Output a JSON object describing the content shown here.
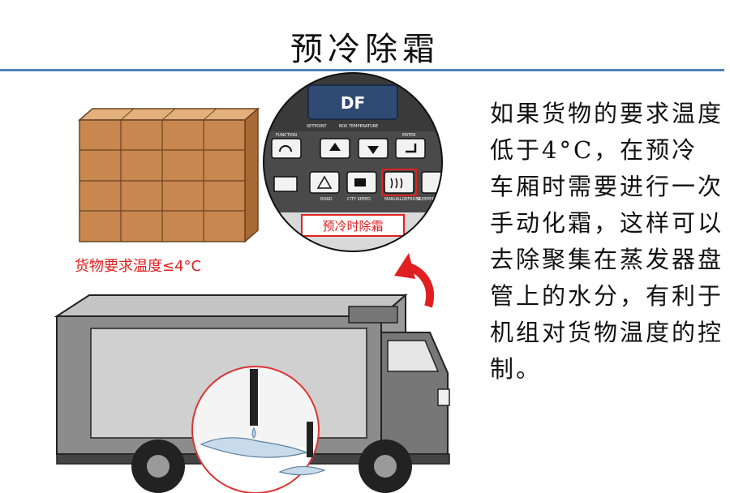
{
  "page": {
    "title": "预冷除霜",
    "requirement_label": "货物要求温度≤4°C",
    "description": "如果货物的要求温度低于4°C，在预冷车厢时需要进行一次手动化霜，这样可以去除聚集在蒸发器盘管上的水分，有利于机组对货物温度的控制。"
  },
  "panel": {
    "display": "DF",
    "labels": {
      "setpoint": "SETPOINT",
      "box_temperature": "BOX TEMPERATURE",
      "function": "FUNCTION",
      "enter": "ENTER",
      "road": "ROAD",
      "city_speed": "CITY SPEED",
      "manual_defrost": "MANUALDEFROST",
      "sleeper": "SLEEPER"
    },
    "callout": "预冷时除霜"
  },
  "colors": {
    "accent": "#4f81bd",
    "highlight": "#e02020",
    "box": "#c8874f",
    "truck": "#8c8c8c"
  }
}
